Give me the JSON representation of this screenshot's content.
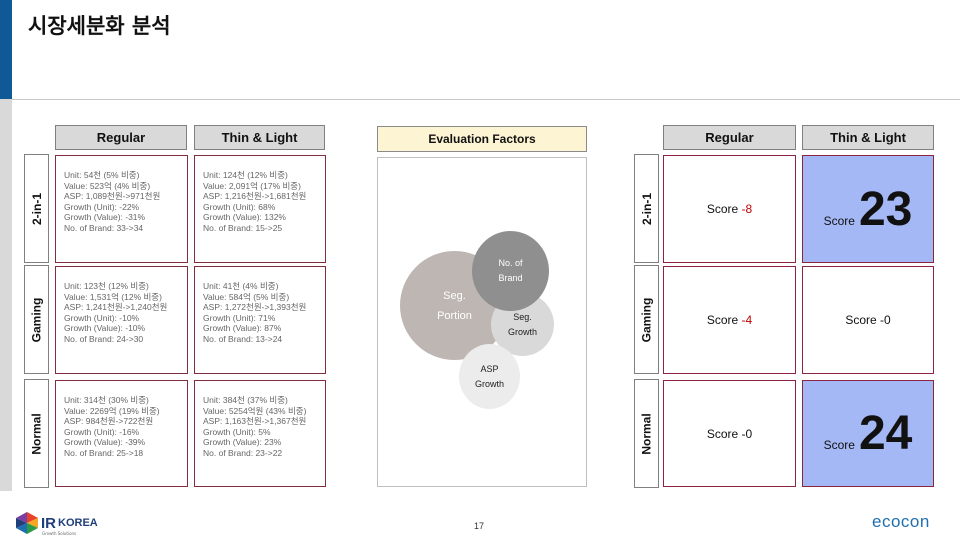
{
  "title": "시장세분화 분석",
  "page_number": "17",
  "columns": {
    "regular": "Regular",
    "thin_light": "Thin & Light"
  },
  "rows": {
    "r1": "2-in-1",
    "r2": "Gaming",
    "r3": "Normal"
  },
  "cells": {
    "r1_regular": [
      "Unit: 54천 (5% 비중)",
      "Value: 523억 (4% 비중)",
      "ASP: 1,089천원->971천원",
      "Growth (Unit): -22%",
      "Growth (Value): -31%",
      "No. of Brand:  33->34"
    ],
    "r1_thin": [
      "Unit: 124천 (12% 비중)",
      "Value: 2,091억 (17% 비중)",
      "ASP: 1,216천원->1,681천원",
      "Growth (Unit): 68%",
      "Growth (Value): 132%",
      "No. of Brand: 15->25"
    ],
    "r2_regular": [
      "Unit: 123천 (12% 비중)",
      "Value: 1,531억 (12% 비중)",
      "ASP: 1,241천원->1,240천원",
      "Growth (Unit): -10%",
      "Growth (Value): -10%",
      "No. of Brand: 24->30"
    ],
    "r2_thin": [
      "Unit: 41천 (4% 비중)",
      "Value: 584억 (5% 비중)",
      "ASP: 1,272천원->1,393천원",
      "Growth (Unit): 71%",
      "Growth (Value): 87%",
      "No. of Brand: 13->24"
    ],
    "r3_regular": [
      "Unit: 314천 (30% 비중)",
      "Value: 2269억 (19% 비중)",
      "ASP: 984천원->722천원",
      "Growth (Unit): -16%",
      "Growth (Value): -39%",
      "No. of Brand: 25->18"
    ],
    "r3_thin": [
      "Unit: 384천 (37% 비중)",
      "Value: 5254억원  (43% 비중)",
      "ASP: 1,163천원->1,367천원",
      "Growth (Unit): 5%",
      "Growth (Value): 23%",
      "No. of Brand: 23->22"
    ]
  },
  "evaluation": {
    "header": "Evaluation Factors",
    "bubbles": {
      "portion": "Seg.\nPortion",
      "brand": "No. of\nBrand",
      "growth": "Seg.\nGrowth",
      "asp": "ASP\nGrowth"
    }
  },
  "scores": {
    "label": "Score",
    "r1_regular": "-8",
    "r1_thin": "23",
    "r2_regular": "-4",
    "r2_thin": "-0",
    "r3_regular": "-0",
    "r3_thin": "24"
  },
  "logos": {
    "ir_main": "IR",
    "ir_sub": "KOREA",
    "ir_tagline": "Growth Solutions",
    "right": "ecocon"
  },
  "colors": {
    "accent": "#0f5a96",
    "highlight": "#a4b8f5",
    "negative": "#c00000",
    "cell_border": "#7f2d3f",
    "eval_header_bg": "#fdf4d4"
  }
}
